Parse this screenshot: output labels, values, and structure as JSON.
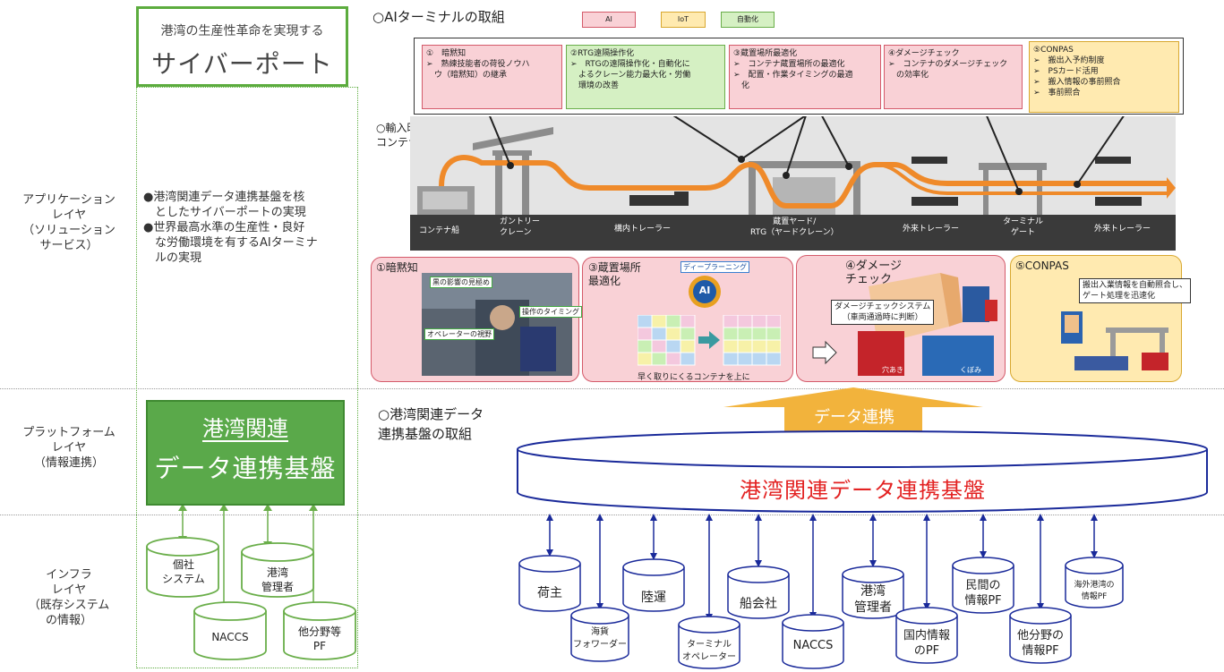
{
  "layers": {
    "application": "アプリケーション\nレイヤ\n（ソリューション\nサービス）",
    "platform": "プラットフォーム\nレイヤ\n（情報連携）",
    "infra": "インフラ\nレイヤ\n（既存システム\nの情報）"
  },
  "cyberport": {
    "line1": "港湾の生産性革命を実現する",
    "line2": "サイバーポート"
  },
  "bullets": [
    "●港湾関連データ連携基盤を核\n　としたサイバーポートの実現",
    "●世界最高水準の生産性・良好\n　な労働環境を有するAIターミナ\n　ルの実現"
  ],
  "platform_box": {
    "line1": "港湾関連",
    "line2": "データ連携基盤"
  },
  "left_cylinders": [
    "個社\nシステム",
    "NACCS",
    "港湾\n管理者",
    "他分野等\nPF"
  ],
  "ai_section": {
    "title": "○AIターミナルの取組",
    "legend": [
      "AI",
      "IoT",
      "自動化"
    ],
    "colors": {
      "ai": "#f9d1d6",
      "iot": "#ffeab0",
      "auto": "#d5f0c3"
    },
    "boxes": [
      "①　暗黙知\n➢　熟練技能者の荷役ノウハ\n　ウ（暗黙知）の継承",
      "②RTG遠隔操作化\n➢　RTGの遠隔操作化・自動化に\n　よるクレーン能力最大化・労働\n　環境の改善",
      "③蔵置場所最適化\n➢　コンテナ蔵置場所の最適化\n➢　配置・作業タイミングの最適\n　化",
      "④ダメージチェック\n➢　コンテナのダメージチェック\n　の効率化",
      "⑤CONPAS\n➢　搬出入予約制度\n➢　PSカード活用\n➢　搬入情報の事前照合\n➢　事前照合"
    ],
    "flow_title": "○輸入時の\nコンテナの流れ",
    "flow_labels": [
      "コンテナ船",
      "ガントリー\nクレーン",
      "構内トレーラー",
      "蔵置ヤード/\nRTG（ヤードクレーン）",
      "外来トレーラー",
      "ターミナル\nゲート",
      "外来トレーラー"
    ]
  },
  "panels": {
    "p1": {
      "title": "①暗黙知",
      "labels": [
        "黒の影響の見極め",
        "操作のタイミング",
        "オペレーターの視野"
      ]
    },
    "p3": {
      "title": "③蔵置場所\n最適化",
      "tag": "ディープラーニング",
      "ai": "AI",
      "caption": "早く取りにくるコンテナを上に"
    },
    "p4": {
      "title": "④ダメージ\nチェック",
      "system": "ダメージチェックシステム\n（車両通過時に判断）",
      "hole": "穴あき",
      "dent": "くぼみ"
    },
    "p5": {
      "title": "⑤CONPAS",
      "bubble": "搬出入業情報を自動照合し、\nゲート処理を迅速化"
    }
  },
  "platform_section": {
    "title": "○港湾関連データ\n連携基盤の取組",
    "arrow_label": "データ連携",
    "base_label": "港湾関連データ連携基盤"
  },
  "infra_cylinders": [
    "荷主",
    "海貨\nフォワーダー",
    "陸運",
    "ターミナル\nオペレーター",
    "船会社",
    "NACCS",
    "港湾\n管理者",
    "国内情報\nのPF",
    "民間の\n情報PF",
    "他分野の\n情報PF",
    "海外港湾の\n情報PF"
  ]
}
